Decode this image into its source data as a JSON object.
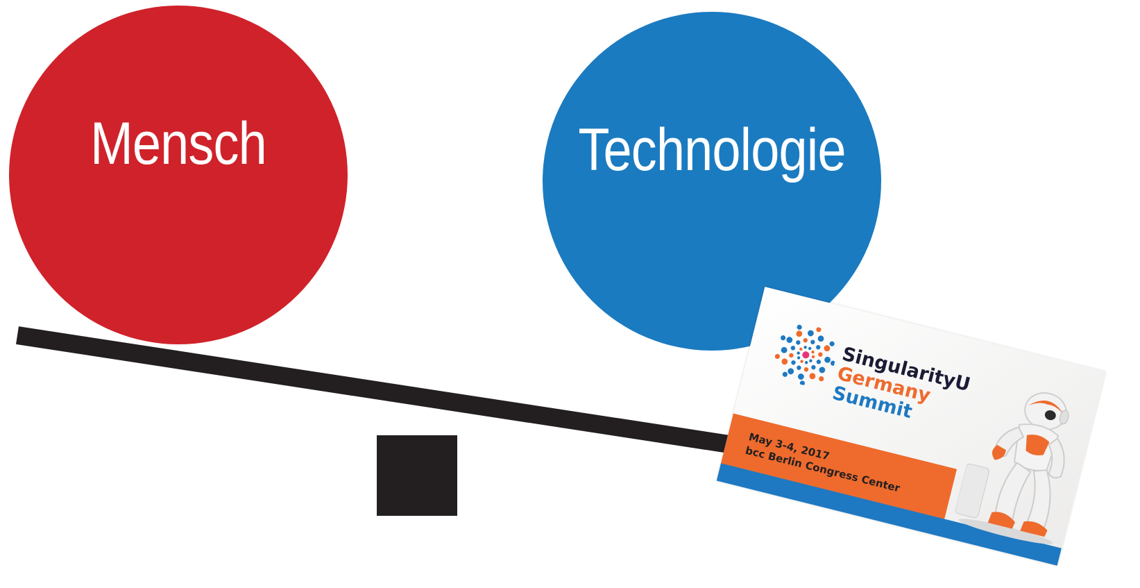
{
  "colors": {
    "red": "#d0222a",
    "blue": "#1b7bc0",
    "black": "#231f20",
    "orange": "#ee6b2d",
    "navy": "#1b1b35",
    "card_blue": "#1e79c2"
  },
  "diagram": {
    "left_circle": {
      "label": "Mensch"
    },
    "right_circle": {
      "label": "Technologie"
    }
  },
  "card": {
    "title_line1": "SingularityU",
    "title_line2": "Germany",
    "title_line3": "Summit",
    "date": "May 3-4, 2017",
    "venue": "bcc Berlin Congress Center",
    "logo_icon": "starburst-dots-icon",
    "image": "humanoid-robot-illustration"
  }
}
